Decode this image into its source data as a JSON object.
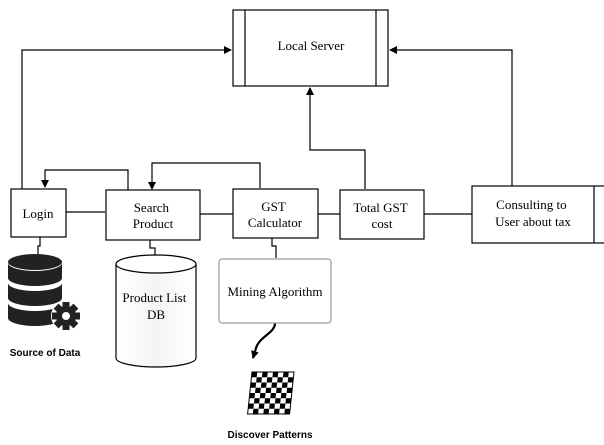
{
  "nodes": {
    "local_server": "Local Server",
    "login": "Login",
    "search_product": [
      "Search",
      "Product"
    ],
    "gst_calculator": [
      "GST",
      "Calculator"
    ],
    "total_gst_cost": [
      "Total GST",
      "cost"
    ],
    "consulting": [
      "Consulting to",
      "User about tax"
    ],
    "mining_algorithm": "Mining Algorithm",
    "product_list_db": [
      "Product List",
      "DB"
    ]
  },
  "captions": {
    "source_of_data": "Source of Data",
    "discover_patterns": "Discover Patterns"
  },
  "icons": {
    "source_of_data": "database-gear-icon",
    "discover_patterns": "checkerboard-icon"
  }
}
